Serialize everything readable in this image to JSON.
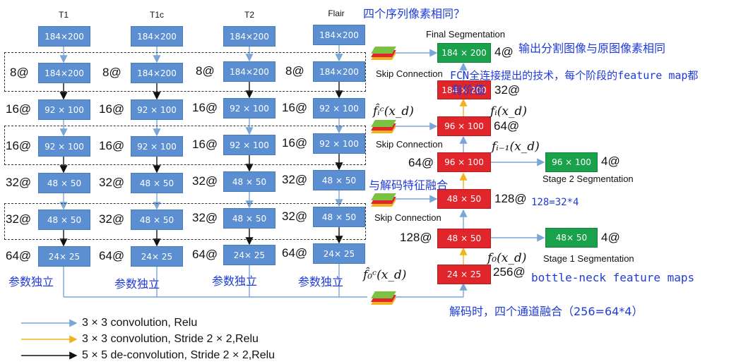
{
  "columns": {
    "titles": [
      "T1",
      "T1c",
      "T2",
      "Flair"
    ],
    "input_box": "184×200",
    "rows": [
      {
        "label": "8@",
        "box": "184×200"
      },
      {
        "label": "16@",
        "box": "92 × 100"
      },
      {
        "label": "16@",
        "box": "92 × 100"
      },
      {
        "label": "32@",
        "box": "48 × 50"
      },
      {
        "label": "32@",
        "box": "48 × 50"
      },
      {
        "label": "64@",
        "box": "24× 25"
      }
    ],
    "param_label": "参数独立"
  },
  "decoder": {
    "final_title": "Final Segmentation",
    "final_box": "184 × 200",
    "final_channels": "4@",
    "box_184": "184 × 200",
    "ch_32": "32@",
    "box_96a": "96 × 100",
    "ch_64a": "64@",
    "box_96b": "96 × 100",
    "ch_64b": "64@",
    "box_48a": "48 × 50",
    "ch_128a": "128@",
    "box_48b": "48 × 50",
    "ch_128b": "128@",
    "box_24": "24 × 25",
    "ch_256": "256@",
    "stage2_box": "96 × 100",
    "stage2_ch": "4@",
    "stage2_title": "Stage 2 Segmentation",
    "stage1_box": "48× 50",
    "stage1_ch": "4@",
    "stage1_title": "Stage 1 Segmentation",
    "skip_label": "Skip Connection"
  },
  "math": {
    "f_hat_i": "f̂ᵢᶜ(x_d)",
    "f_i": "fᵢ(x_d)",
    "f_i_minus_1": "fᵢ₋₁(x_d)",
    "f_0": "f₀(x_d)",
    "f_hat_0": "f̂₀ᶜ(x_d)"
  },
  "annotations": {
    "same_pixels_q": "四个序列像素相同？",
    "output_same": "输出分割图像与原图像素相同",
    "fcn_note_1": "FCN全连接提出的技术，每个阶段的feature map都",
    "fcn_note_2": "有价值",
    "fuse_decoder": "与解码特征融合",
    "eq_128": "128=32*4",
    "bottleneck": "bottle-neck feature maps",
    "decode_fuse": "解码时，四个通道融合（256=64*4）"
  },
  "legend": [
    {
      "text": "3 × 3 convolution, Relu",
      "color": "#7aa6d8"
    },
    {
      "text": "3 × 3 convolution, Stride 2 × 2,Relu",
      "color": "#f2b21f"
    },
    {
      "text": "5 × 5 de-convolution, Stride 2 × 2,Relu",
      "color": "#111111"
    }
  ],
  "colors": {
    "encoder": "#5b8fd1",
    "decoder": "#e0262a",
    "segmentation": "#1aa14b",
    "annotation": "#1f3bd6"
  }
}
